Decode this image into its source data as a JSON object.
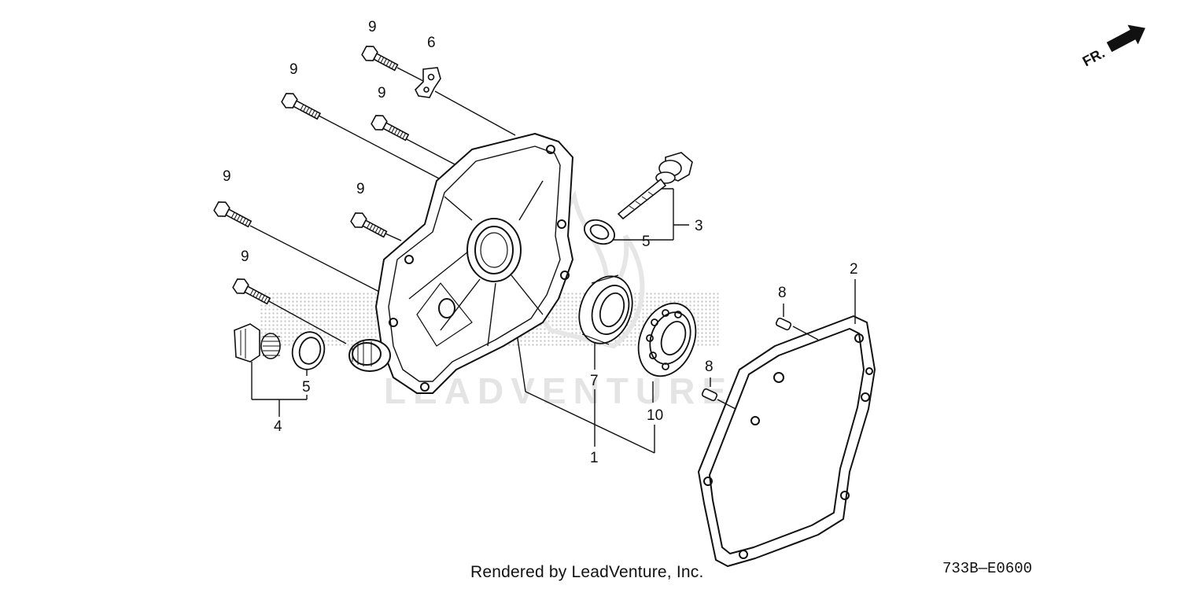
{
  "diagram": {
    "direction_marker": "FR.",
    "watermark": "LEADVENTURE",
    "credit": "Rendered by LeadVenture, Inc.",
    "code": "733B—E0600",
    "callouts": {
      "c9a": "9",
      "c6": "6",
      "c9b": "9",
      "c9c": "9",
      "c9d": "9",
      "c9e": "9",
      "c9f": "9",
      "c3": "3",
      "c5a": "5",
      "c2": "2",
      "c8a": "8",
      "c8b": "8",
      "c7": "7",
      "c10": "10",
      "c1": "1",
      "c5b": "5",
      "c4": "4"
    },
    "icons": {
      "direction": "fr-arrow-icon",
      "cover": "crankcase-cover-drawing",
      "gasket": "case-gasket-drawing",
      "bearing": "ball-bearing-drawing",
      "seal": "oil-seal-drawing",
      "bolt": "flange-bolt-drawing",
      "pin": "dowel-pin-drawing",
      "dipstick": "oil-level-gauge-drawing",
      "plug": "drain-plug-drawing",
      "bracket": "bracket-drawing"
    }
  }
}
